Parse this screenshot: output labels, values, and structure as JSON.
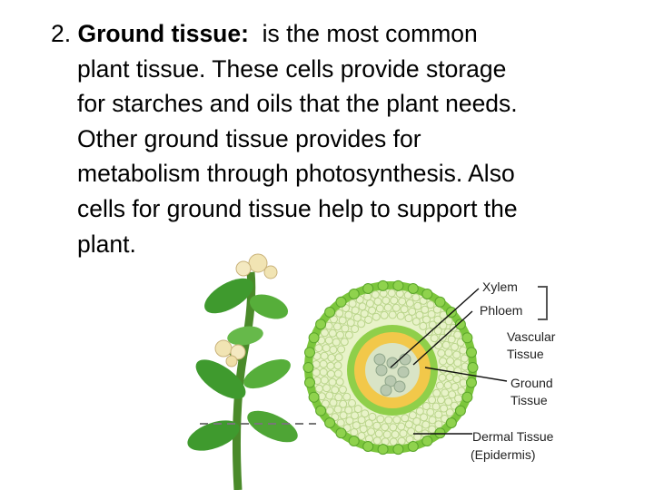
{
  "slide": {
    "number": "2.",
    "heading": "Ground tissue:",
    "lines": [
      "is the most common",
      "plant tissue.  These cells provide storage",
      "for starches and oils that the plant needs.",
      "Other ground tissue provides for",
      "metabolism through photosynthesis.  Also",
      "cells for ground tissue help to support the",
      "plant."
    ]
  },
  "diagram": {
    "labels": {
      "xylem": "Xylem",
      "phloem": "Phloem",
      "vascular_1": "Vascular",
      "vascular_2": "Tissue",
      "ground_1": "Ground",
      "ground_2": "Tissue",
      "dermal_1": "Dermal Tissue",
      "dermal_2": "(Epidermis)"
    },
    "colors": {
      "epidermis": "#7cc63c",
      "ground": "#e8f3c8",
      "vascular_ring": "#8fcf4a",
      "xylem": "#b9c9b0",
      "phloem": "#f2c84a",
      "leaf": "#3f9a2e"
    }
  }
}
